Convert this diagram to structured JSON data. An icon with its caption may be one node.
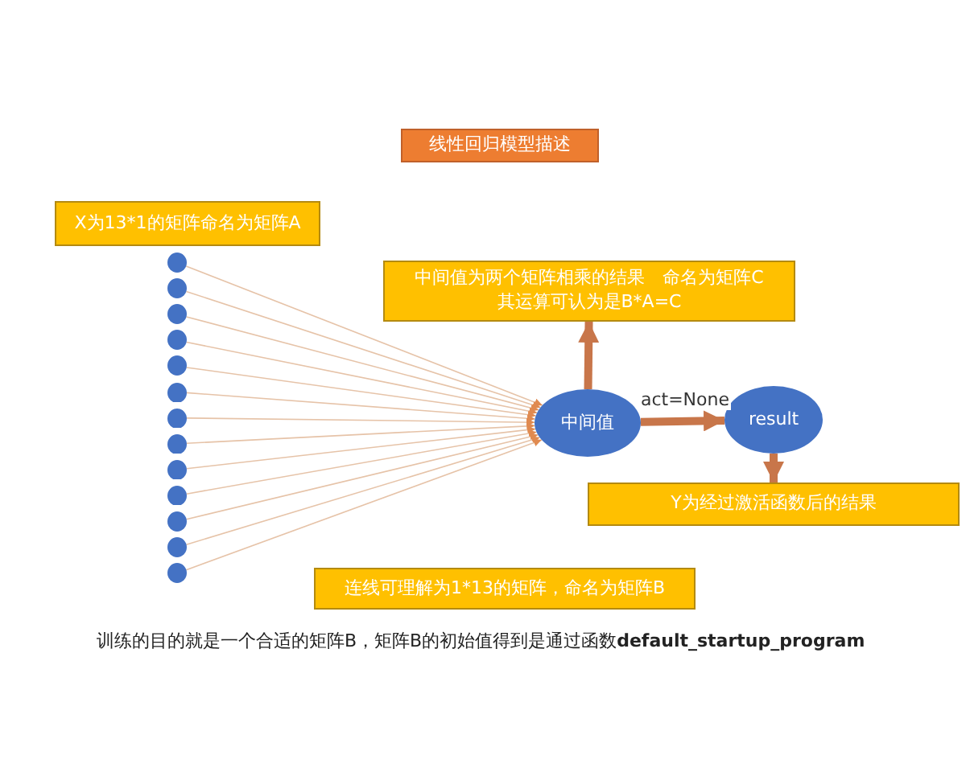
{
  "diagram": {
    "nodes": [
      {
        "text": [
          "线性回归模型描述"
        ]
      },
      {
        "text": [
          "X为13*1的矩阵命名为矩阵A"
        ]
      },
      {
        "text": [],
        "shape": "circle"
      },
      {
        "text": [],
        "shape": "circle"
      },
      {
        "text": [],
        "shape": "circle"
      },
      {
        "text": [],
        "shape": "circle"
      },
      {
        "text": [],
        "shape": "circle"
      },
      {
        "text": [],
        "shape": "circle"
      },
      {
        "text": [],
        "shape": "circle"
      },
      {
        "text": [],
        "shape": "circle"
      },
      {
        "text": [],
        "shape": "circle"
      },
      {
        "text": [],
        "shape": "circle"
      },
      {
        "text": [],
        "shape": "circle"
      },
      {
        "text": [],
        "shape": "circle"
      },
      {
        "text": [],
        "shape": "circle"
      },
      {
        "text": [
          "中间值"
        ]
      },
      {
        "text": [
          "result"
        ]
      },
      {
        "text": [
          "中间值为两个矩阵相乘的结果　命名为矩阵C",
          "其运算可认为是B*A=C"
        ]
      },
      {
        "text": [
          "Y为经过激活函数后的结果"
        ]
      },
      {
        "text": [
          "连线可理解为1*13的矩阵，命名为矩阵B"
        ]
      }
    ],
    "edges": [
      {
        "from": 2,
        "to": 15,
        "arrow": "to"
      },
      {
        "from": 3,
        "to": 15,
        "arrow": "to"
      },
      {
        "from": 4,
        "to": 15,
        "arrow": "to"
      },
      {
        "from": 5,
        "to": 15,
        "arrow": "to"
      },
      {
        "from": 6,
        "to": 15,
        "arrow": "to"
      },
      {
        "from": 7,
        "to": 15,
        "arrow": "to"
      },
      {
        "from": 8,
        "to": 15,
        "arrow": "to"
      },
      {
        "from": 9,
        "to": 15,
        "arrow": "to"
      },
      {
        "from": 10,
        "to": 15,
        "arrow": "to"
      },
      {
        "from": 11,
        "to": 15,
        "arrow": "to"
      },
      {
        "from": 12,
        "to": 15,
        "arrow": "to"
      },
      {
        "from": 13,
        "to": 15,
        "arrow": "to"
      },
      {
        "from": 14,
        "to": 15,
        "arrow": "to"
      },
      {
        "from": 15,
        "to": 17,
        "arrow": "to",
        "style": "thick",
        "color": "#c8764a"
      },
      {
        "from": 15,
        "to": 16,
        "arrow": "to",
        "label": "act=None",
        "style": "thick",
        "color": "#c8764a"
      },
      {
        "from": 16,
        "to": 18,
        "arrow": "to",
        "style": "thick",
        "color": "#c8764a"
      }
    ],
    "labels": [
      "训练的目的就是一个合适的矩阵B，矩阵B的初始值得到是通过函数**default_startup_program**"
    ]
  }
}
